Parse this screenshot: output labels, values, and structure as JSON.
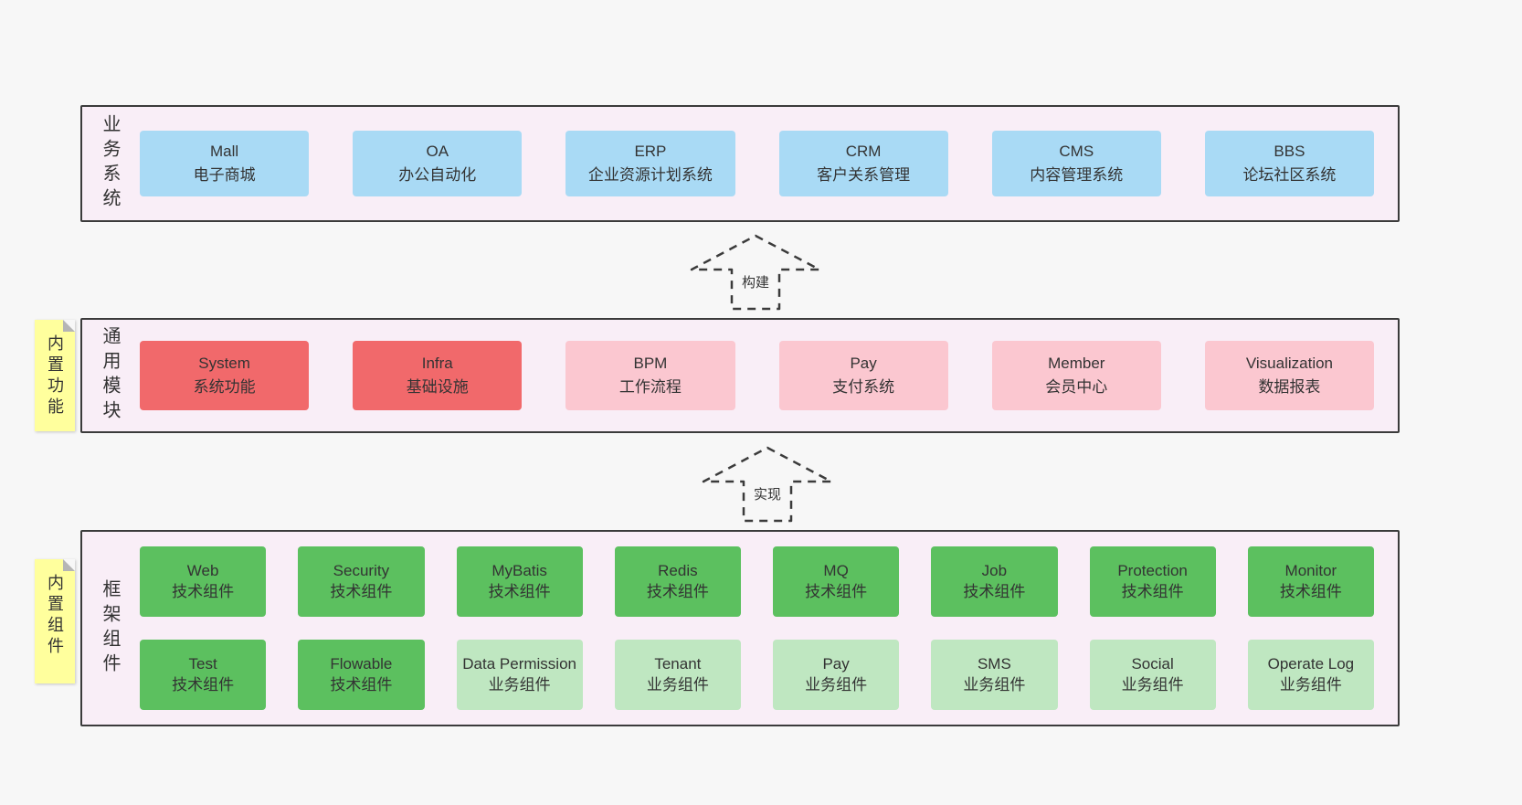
{
  "colors": {
    "bg": "#f7f7f7",
    "layer-bg": "#f9eef7",
    "layer-border": "#3b3b3b",
    "blue": "#a9daf5",
    "red": "#f1696b",
    "pink": "#fbc7d0",
    "green": "#5cc05f",
    "green-light": "#bfe7c1",
    "sticky": "#ffff9d",
    "text": "#333333"
  },
  "arrows": {
    "build": "构建",
    "implement": "实现"
  },
  "layers": {
    "business": {
      "label": "业务系统",
      "items": [
        {
          "title": "Mall",
          "subtitle": "电子商城"
        },
        {
          "title": "OA",
          "subtitle": "办公自动化"
        },
        {
          "title": "ERP",
          "subtitle": "企业资源计划系统"
        },
        {
          "title": "CRM",
          "subtitle": "客户关系管理"
        },
        {
          "title": "CMS",
          "subtitle": "内容管理系统"
        },
        {
          "title": "BBS",
          "subtitle": "论坛社区系统"
        }
      ]
    },
    "modules": {
      "label": "通用模块",
      "sticky": "内置功能",
      "items": [
        {
          "title": "System",
          "subtitle": "系统功能",
          "variant": "red"
        },
        {
          "title": "Infra",
          "subtitle": "基础设施",
          "variant": "red"
        },
        {
          "title": "BPM",
          "subtitle": "工作流程",
          "variant": "pink"
        },
        {
          "title": "Pay",
          "subtitle": "支付系统",
          "variant": "pink"
        },
        {
          "title": "Member",
          "subtitle": "会员中心",
          "variant": "pink"
        },
        {
          "title": "Visualization",
          "subtitle": "数据报表",
          "variant": "pink"
        }
      ]
    },
    "framework": {
      "label": "框架组件",
      "sticky": "内置组件",
      "row1": [
        {
          "title": "Web",
          "subtitle": "技术组件",
          "variant": "green"
        },
        {
          "title": "Security",
          "subtitle": "技术组件",
          "variant": "green"
        },
        {
          "title": "MyBatis",
          "subtitle": "技术组件",
          "variant": "green"
        },
        {
          "title": "Redis",
          "subtitle": "技术组件",
          "variant": "green"
        },
        {
          "title": "MQ",
          "subtitle": "技术组件",
          "variant": "green"
        },
        {
          "title": "Job",
          "subtitle": "技术组件",
          "variant": "green"
        },
        {
          "title": "Protection",
          "subtitle": "技术组件",
          "variant": "green"
        },
        {
          "title": "Monitor",
          "subtitle": "技术组件",
          "variant": "green"
        }
      ],
      "row2": [
        {
          "title": "Test",
          "subtitle": "技术组件",
          "variant": "green"
        },
        {
          "title": "Flowable",
          "subtitle": "技术组件",
          "variant": "green"
        },
        {
          "title": "Data Permission",
          "subtitle": "业务组件",
          "variant": "green-light"
        },
        {
          "title": "Tenant",
          "subtitle": "业务组件",
          "variant": "green-light"
        },
        {
          "title": "Pay",
          "subtitle": "业务组件",
          "variant": "green-light"
        },
        {
          "title": "SMS",
          "subtitle": "业务组件",
          "variant": "green-light"
        },
        {
          "title": "Social",
          "subtitle": "业务组件",
          "variant": "green-light"
        },
        {
          "title": "Operate Log",
          "subtitle": "业务组件",
          "variant": "green-light"
        }
      ]
    }
  }
}
